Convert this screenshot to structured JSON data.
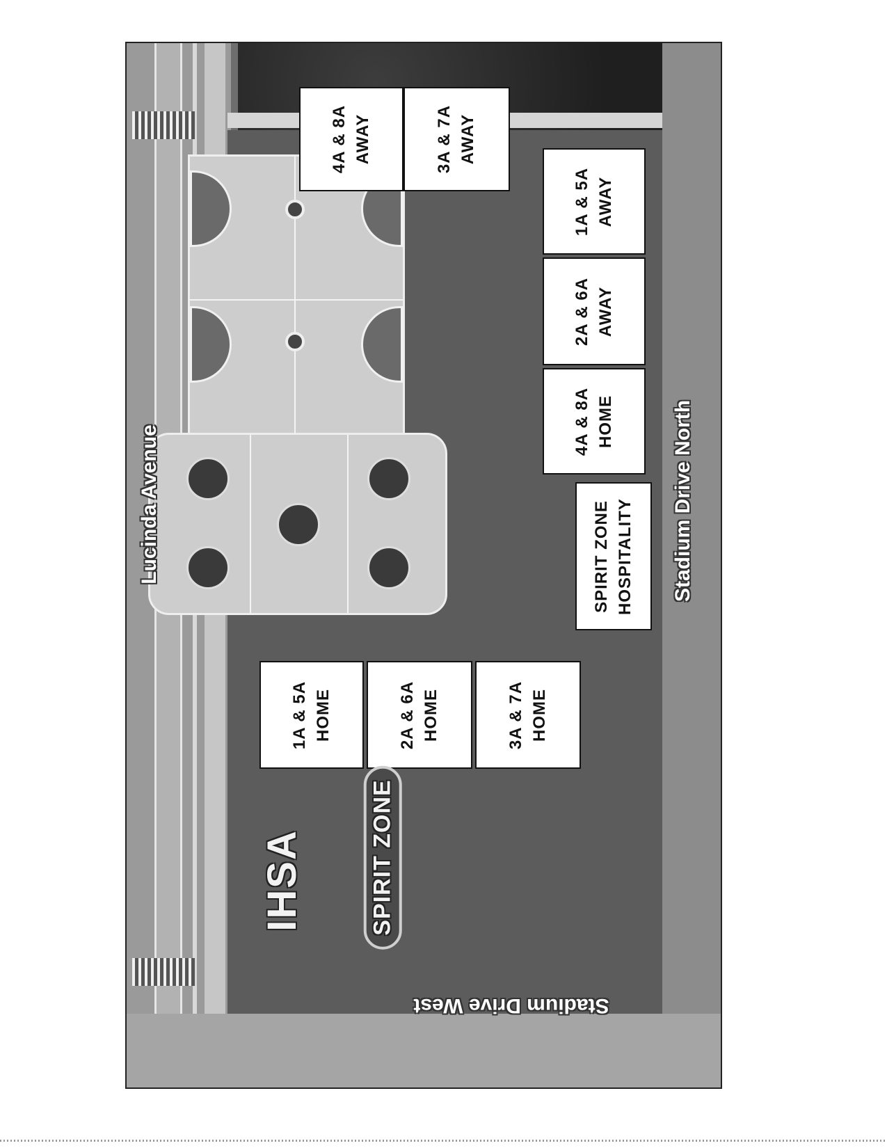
{
  "streets": {
    "lucinda": "Lucinda Avenue",
    "stadium_north": "Stadium Drive North",
    "stadium_west": "Stadium Drive West"
  },
  "zones": {
    "away_4a_8a": "4A & 8A\nAWAY",
    "away_3a_7a": "3A & 7A\nAWAY",
    "away_1a_5a": "1A & 5A\nAWAY",
    "away_2a_6a": "2A & 6A\nAWAY",
    "home_4a_8a": "4A & 8A\nHOME",
    "spirit_zone": "SPIRIT ZONE\nHOSPITALITY",
    "home_1a_5a": "1A & 5A\nHOME",
    "home_2a_6a": "2A & 6A\nHOME",
    "home_3a_7a": "3A & 7A\nHOME"
  },
  "logos": {
    "ihsa": "IHSA",
    "spirit_zone": "SPIRIT ZONE"
  },
  "colors": {
    "zone_box": "#ffffff",
    "street_label": "#ffffff",
    "aerial_background": "#6e6e6e"
  }
}
